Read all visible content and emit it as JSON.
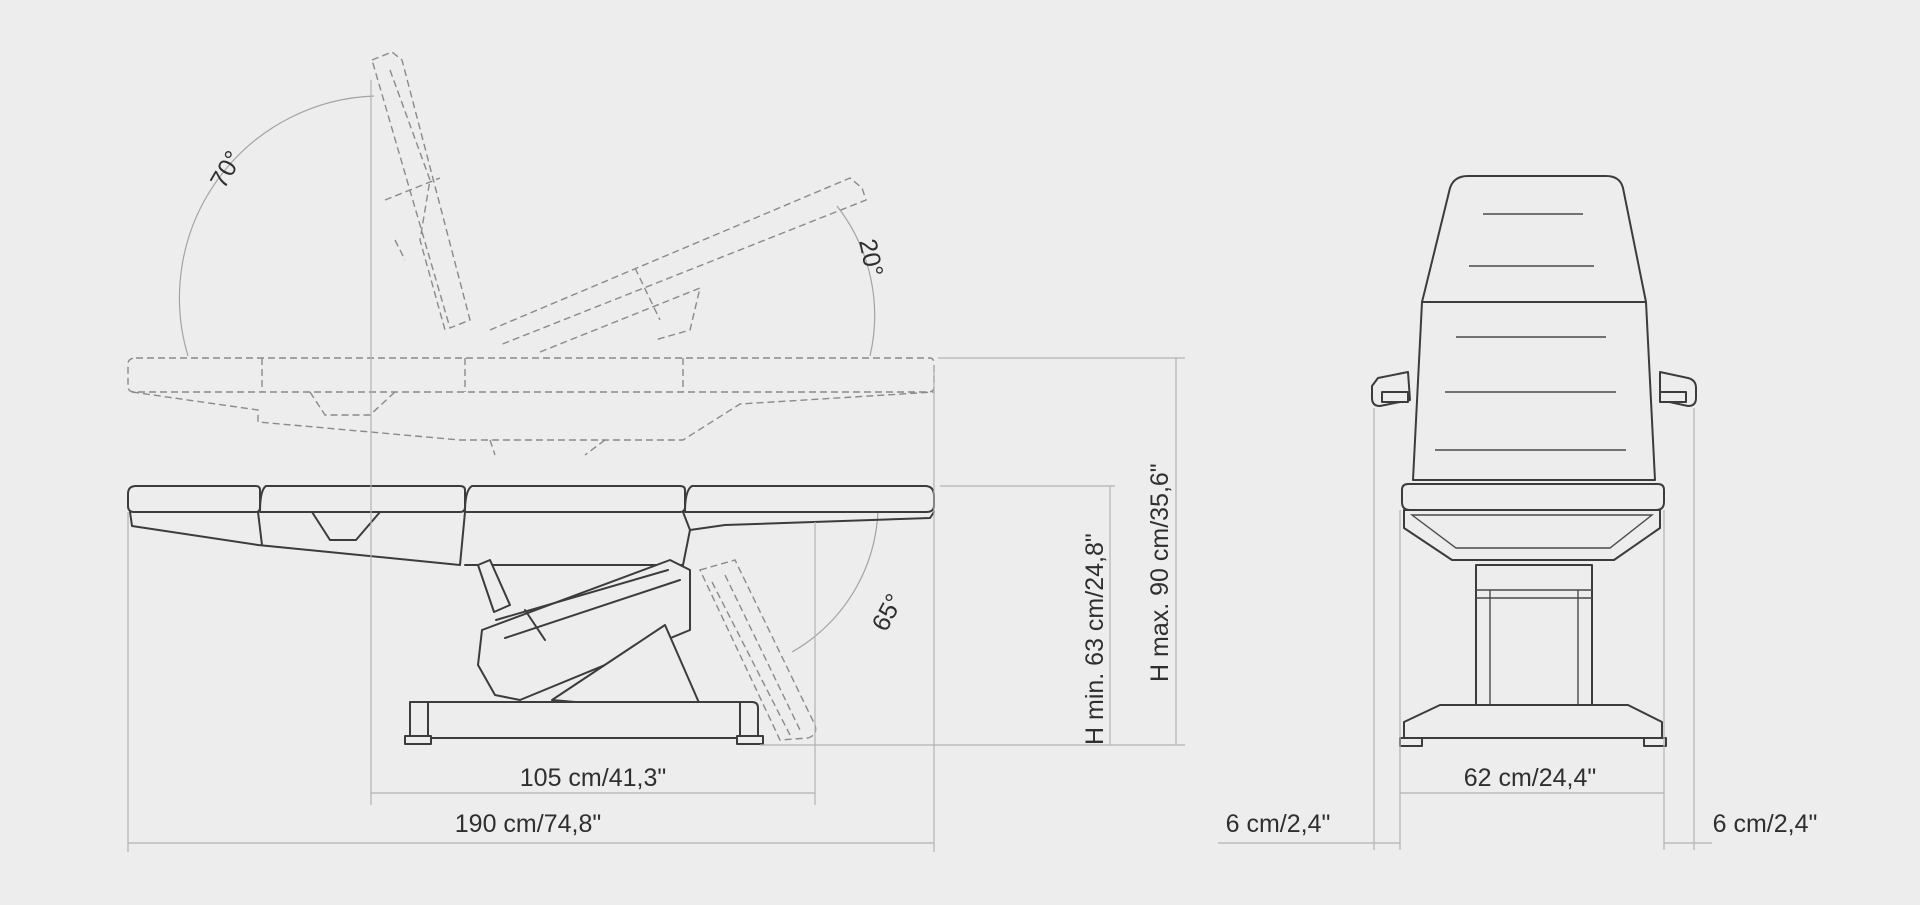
{
  "side_view": {
    "angles": {
      "backrest": "70°",
      "leg_rest_up": "20°",
      "leg_rest_down": "65°"
    },
    "height_min": "H min. 63 cm/24,8\"",
    "height_max": "H max. 90 cm/35,6\"",
    "seat_length": "105 cm/41,3\"",
    "total_length": "190 cm/74,8\""
  },
  "front_view": {
    "width": "62 cm/24,4\"",
    "armrest_left": "6 cm/2,4\"",
    "armrest_right": "6 cm/2,4\""
  }
}
